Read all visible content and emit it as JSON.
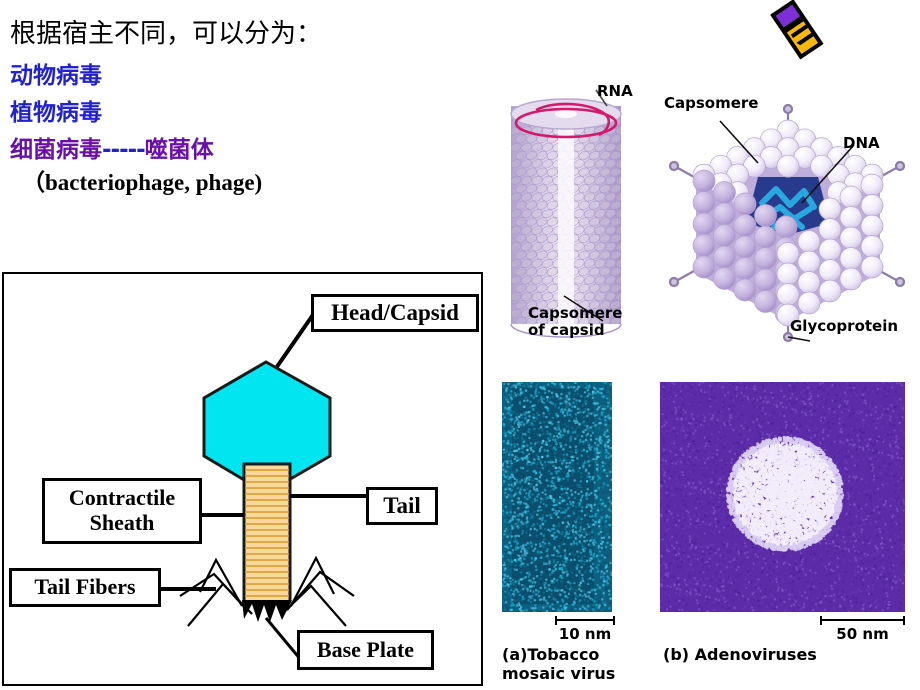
{
  "slide": {
    "title": "根据宿主不同，可以分为：",
    "items": [
      {
        "text": "动物病毒",
        "color": "#2222cc"
      },
      {
        "text": "植物病毒",
        "color": "#2222cc"
      }
    ],
    "bacterial_line": {
      "prefix": "细菌病毒",
      "dashes": "-----",
      "suffix": "噬菌体",
      "color": "#6a0fa8"
    },
    "paren_line": "（bacteriophage, phage)"
  },
  "phage_diagram": {
    "labels": {
      "head": "Head/Capsid",
      "tail": "Tail",
      "sheath": "Contractile Sheath",
      "fibers": "Tail Fibers",
      "base": "Base Plate"
    },
    "colors": {
      "head_fill": "#00e5f0",
      "sheath_fill": "#f7d79a",
      "outline": "#000000",
      "box_border": "#000000"
    }
  },
  "illustrations": {
    "tmv": {
      "labels": {
        "rna": "RNA",
        "capsomere": "Capsomere\nof capsid"
      },
      "colors": {
        "capsid": "#c6b4de",
        "rna_ring": "#d4186c"
      }
    },
    "adenovirus": {
      "labels": {
        "capsomere": "Capsomere",
        "dna": "DNA",
        "glycoprotein": "Glycoprotein"
      },
      "colors": {
        "capsid": "#b9a5d8",
        "core": "#283a8c",
        "dna": "#29a8e0"
      }
    }
  },
  "micrographs": {
    "a": {
      "caption": "(a)Tobacco\n   mosaic virus",
      "scale": "10 nm",
      "color": "#1b9fd0"
    },
    "b": {
      "caption": "(b) Adenoviruses",
      "scale": "50 nm",
      "color": "#5b2ba8"
    }
  },
  "decoration": {
    "pencil_icon": "pencil-icon",
    "pencil_colors": {
      "body": "#f5b90c",
      "accent": "#7b2fd4",
      "outline": "#000000"
    }
  }
}
